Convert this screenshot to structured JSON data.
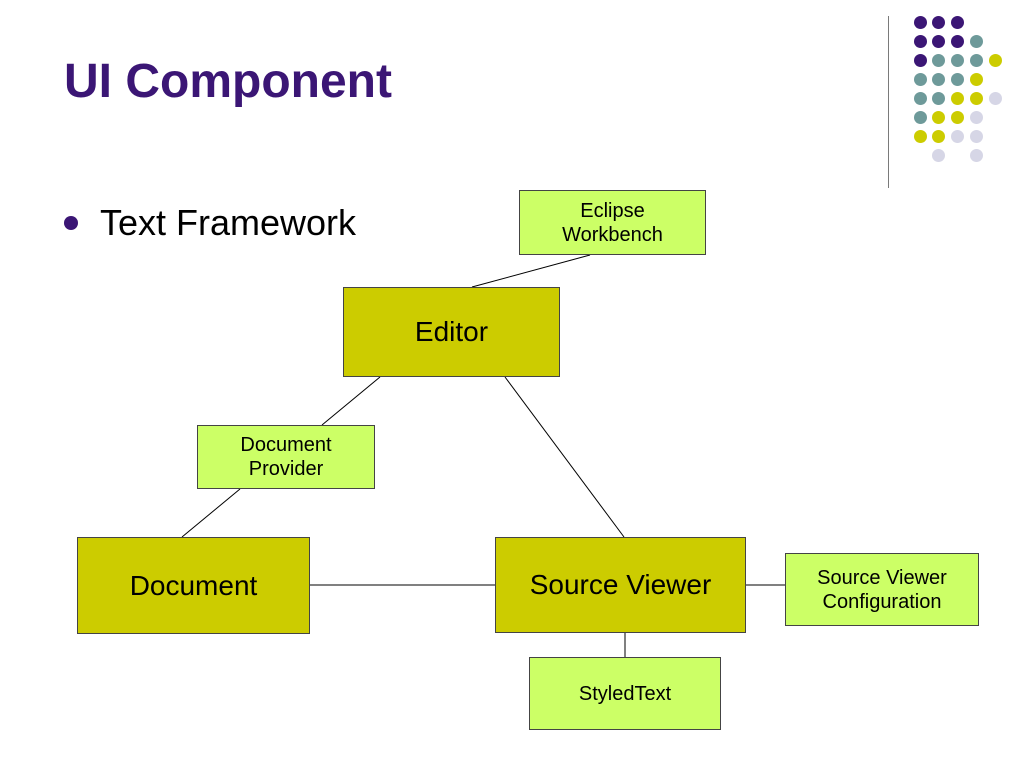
{
  "slide": {
    "title": "UI Component",
    "bullets": [
      "Text Framework"
    ]
  },
  "diagram": {
    "nodes": {
      "eclipse_workbench": "Eclipse\nWorkbench",
      "editor": "Editor",
      "document_provider": "Document\nProvider",
      "document": "Document",
      "source_viewer": "Source Viewer",
      "source_viewer_configuration": "Source Viewer\nConfiguration",
      "styled_text": "StyledText"
    },
    "edges": [
      [
        "eclipse_workbench",
        "editor"
      ],
      [
        "editor",
        "document_provider"
      ],
      [
        "document_provider",
        "document"
      ],
      [
        "editor",
        "source_viewer"
      ],
      [
        "document",
        "source_viewer"
      ],
      [
        "source_viewer",
        "source_viewer_configuration"
      ],
      [
        "source_viewer",
        "styled_text"
      ]
    ]
  },
  "theme": {
    "title_color": "#3b1675",
    "major_box_color": "#cccc00",
    "minor_box_color": "#ccff66",
    "dot_colors": [
      "#3b1675",
      "#6e9a9a",
      "#cccc00",
      "#d6d6e6"
    ]
  }
}
